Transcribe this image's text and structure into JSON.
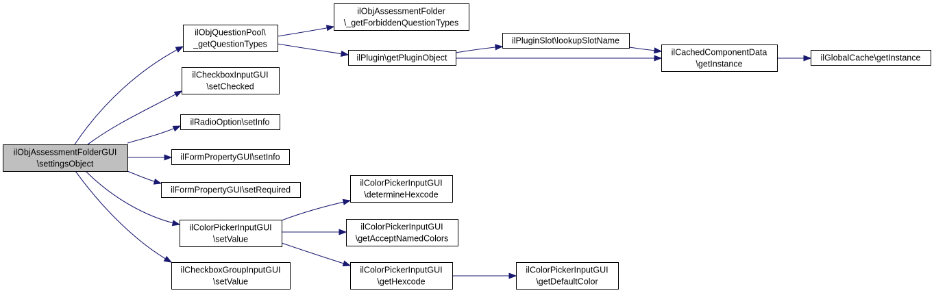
{
  "colors": {
    "edge": "#191970",
    "root_fill": "#bfbfbf",
    "node_fill": "#ffffff",
    "node_border": "#000000"
  },
  "nodes": [
    {
      "id": "root",
      "lines": [
        "ilObjAssessmentFolderGUI",
        "\\settingsObject"
      ]
    },
    {
      "id": "qpool",
      "lines": [
        "ilObjQuestionPool\\",
        "_getQuestionTypes"
      ]
    },
    {
      "id": "forbidden",
      "lines": [
        "ilObjAssessmentFolder",
        "\\_getForbiddenQuestionTypes"
      ]
    },
    {
      "id": "plugin",
      "lines": [
        "ilPlugin\\getPluginObject"
      ]
    },
    {
      "id": "slot",
      "lines": [
        "ilPluginSlot\\lookupSlotName"
      ]
    },
    {
      "id": "cached",
      "lines": [
        "ilCachedComponentData",
        "\\getInstance"
      ]
    },
    {
      "id": "globalcache",
      "lines": [
        "ilGlobalCache\\getInstance"
      ]
    },
    {
      "id": "checkbox",
      "lines": [
        "ilCheckboxInputGUI",
        "\\setChecked"
      ]
    },
    {
      "id": "radio",
      "lines": [
        "ilRadioOption\\setInfo"
      ]
    },
    {
      "id": "formsetinfo",
      "lines": [
        "ilFormPropertyGUI\\setInfo"
      ]
    },
    {
      "id": "formsetreq",
      "lines": [
        "ilFormPropertyGUI\\setRequired"
      ]
    },
    {
      "id": "colorset",
      "lines": [
        "ilColorPickerInputGUI",
        "\\setValue"
      ]
    },
    {
      "id": "checkgroup",
      "lines": [
        "ilCheckboxGroupInputGUI",
        "\\setValue"
      ]
    },
    {
      "id": "hexcode",
      "lines": [
        "ilColorPickerInputGUI",
        "\\determineHexcode"
      ]
    },
    {
      "id": "named",
      "lines": [
        "ilColorPickerInputGUI",
        "\\getAcceptNamedColors"
      ]
    },
    {
      "id": "gethex",
      "lines": [
        "ilColorPickerInputGUI",
        "\\getHexcode"
      ]
    },
    {
      "id": "defcolor",
      "lines": [
        "ilColorPickerInputGUI",
        "\\getDefaultColor"
      ]
    }
  ],
  "edges": [
    {
      "from": "root",
      "to": "qpool"
    },
    {
      "from": "root",
      "to": "checkbox"
    },
    {
      "from": "root",
      "to": "radio"
    },
    {
      "from": "root",
      "to": "formsetinfo"
    },
    {
      "from": "root",
      "to": "formsetreq"
    },
    {
      "from": "root",
      "to": "colorset"
    },
    {
      "from": "root",
      "to": "checkgroup"
    },
    {
      "from": "qpool",
      "to": "forbidden"
    },
    {
      "from": "qpool",
      "to": "plugin"
    },
    {
      "from": "plugin",
      "to": "slot"
    },
    {
      "from": "plugin",
      "to": "cached"
    },
    {
      "from": "slot",
      "to": "cached"
    },
    {
      "from": "cached",
      "to": "globalcache"
    },
    {
      "from": "colorset",
      "to": "hexcode"
    },
    {
      "from": "colorset",
      "to": "named"
    },
    {
      "from": "colorset",
      "to": "gethex"
    },
    {
      "from": "gethex",
      "to": "defcolor"
    }
  ]
}
